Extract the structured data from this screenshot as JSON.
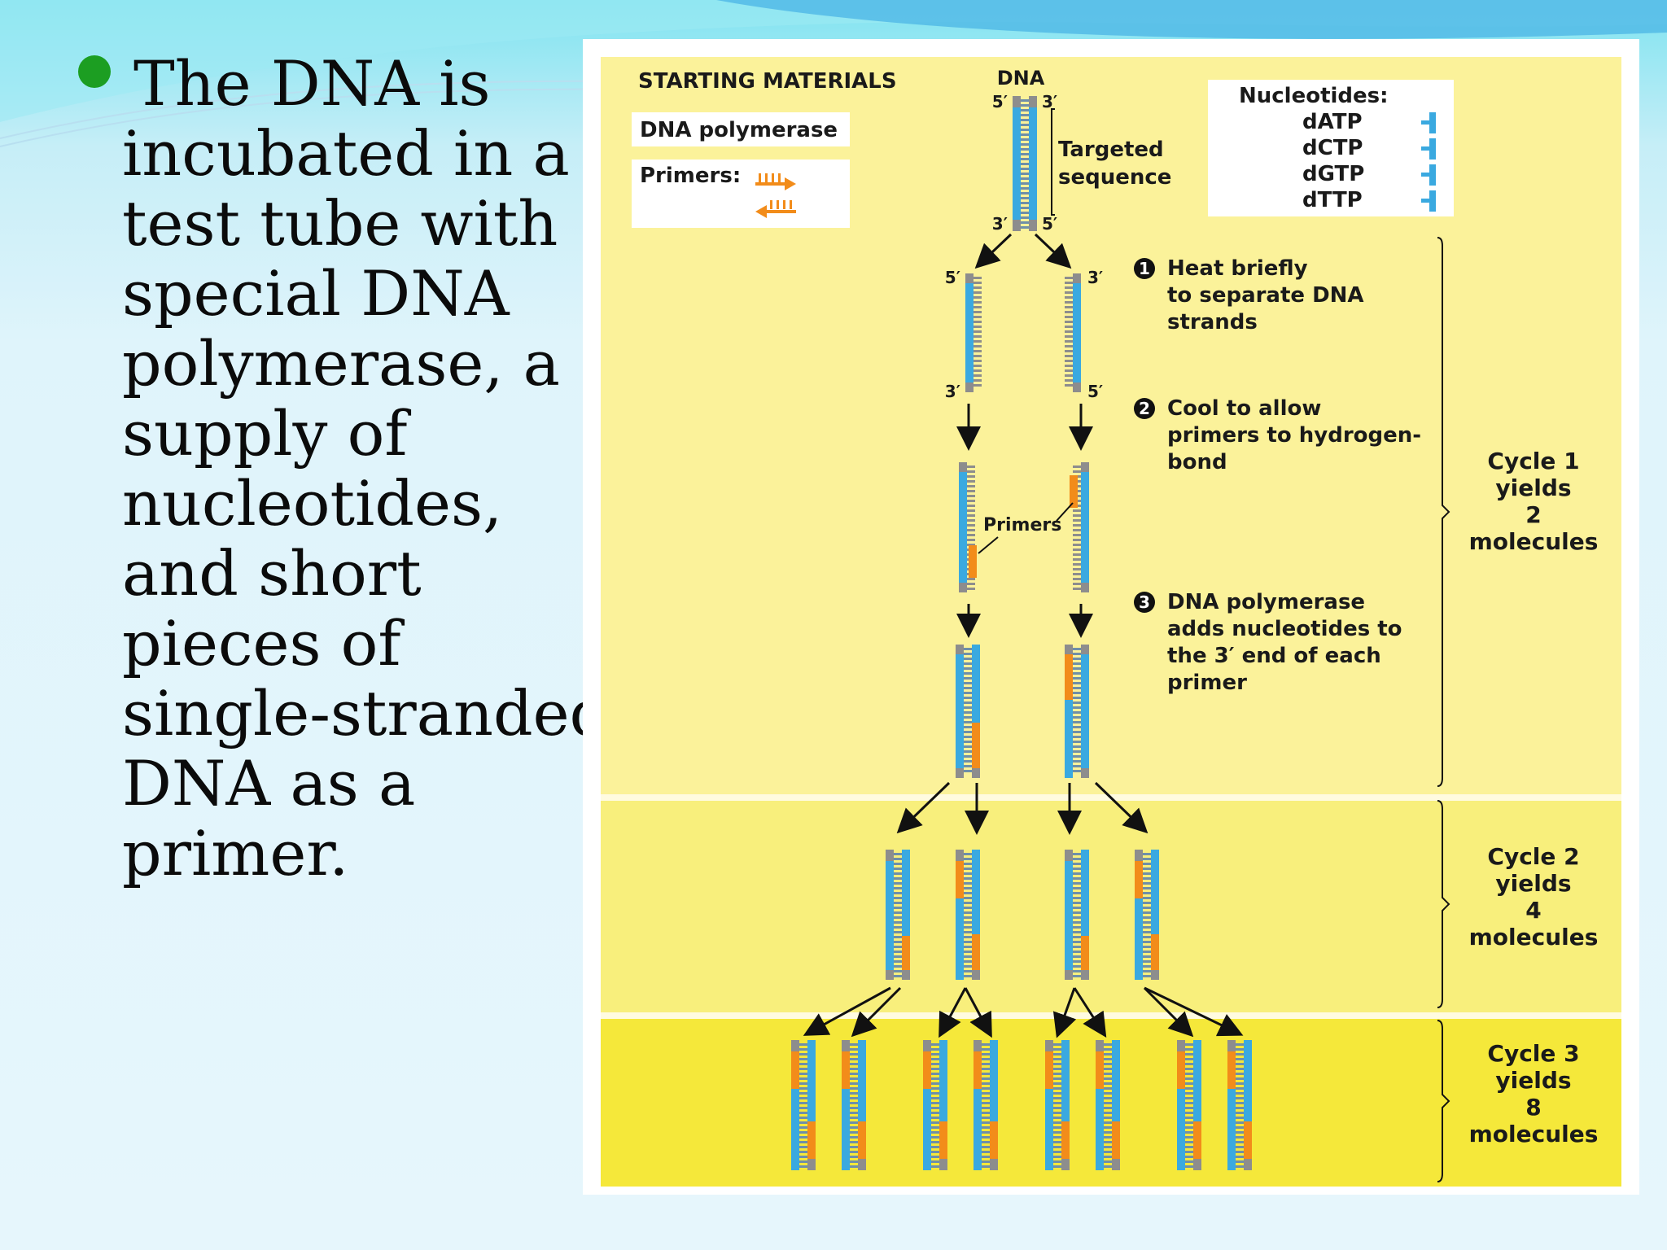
{
  "colors": {
    "bullet": "#1c9e22",
    "panel_1": "#fbf29a",
    "panel_2": "#f8ef7c",
    "panel_3": "#f5e83a",
    "strand_blue": "#3aa9e0",
    "strand_gray": "#8d8d8d",
    "primer_orange": "#f28c1a"
  },
  "bullet_text_lines": [
    "The DNA is",
    "incubated in a",
    "test tube with",
    "special DNA",
    "polymerase, a",
    "supply of",
    "nucleotides,",
    "and short",
    "pieces of",
    "single-stranded",
    "DNA as a",
    "primer."
  ],
  "diagram": {
    "starting_materials": "STARTING MATERIALS",
    "dna_polymerase": "DNA polymerase",
    "primers_label": "Primers:",
    "dna_label": "DNA",
    "targeted_sequence": [
      "Targeted",
      "sequence"
    ],
    "nucleotides_title": "Nucleotides:",
    "nucleotides": [
      "dATP",
      "dCTP",
      "dGTP",
      "dTTP"
    ],
    "ends": {
      "five": "5′",
      "three": "3′"
    },
    "steps": [
      {
        "num": "1",
        "lines": [
          "Heat briefly",
          "to separate DNA",
          "strands"
        ]
      },
      {
        "num": "2",
        "lines": [
          "Cool to allow",
          "primers to hydrogen-",
          "bond"
        ]
      },
      {
        "num": "3",
        "lines": [
          "DNA polymerase",
          "adds nucleotides to",
          "the 3′ end of each",
          "primer"
        ]
      }
    ],
    "primers_callout": "Primers",
    "cycles": [
      {
        "lines": [
          "Cycle 1",
          "yields",
          "2",
          "molecules"
        ]
      },
      {
        "lines": [
          "Cycle 2",
          "yields",
          "4",
          "molecules"
        ]
      },
      {
        "lines": [
          "Cycle 3",
          "yields",
          "8",
          "molecules"
        ]
      }
    ]
  }
}
